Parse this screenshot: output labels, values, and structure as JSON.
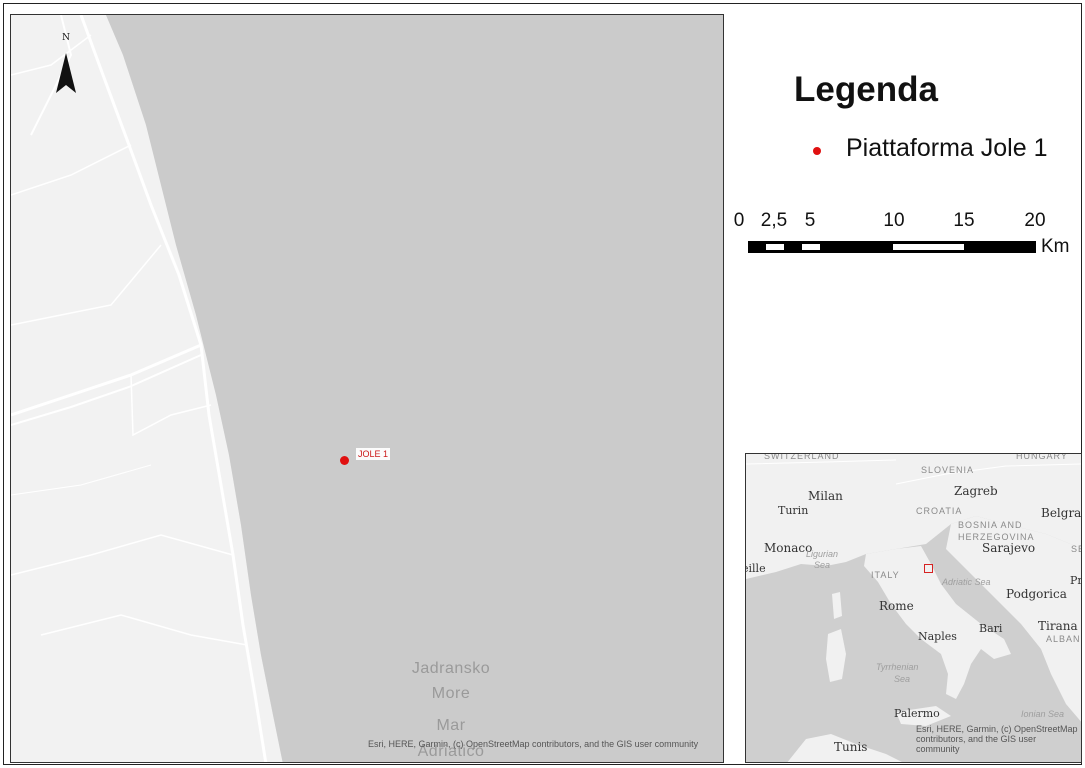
{
  "main_map": {
    "north_label": "N",
    "sea_labels": [
      "Jadransko",
      "More",
      "Mar",
      "Adriatico"
    ],
    "point_label": "JOLE 1",
    "point_color": "#e01010",
    "attribution": "Esri, HERE, Garmin, (c) OpenStreetMap contributors, and the GIS user community"
  },
  "legend": {
    "title": "Legenda",
    "item_label": "Piattaforma Jole 1",
    "item_color": "#e01010"
  },
  "scale_bar": {
    "ticks": [
      "0",
      "2,5",
      "5",
      "10",
      "15",
      "20"
    ],
    "unit": "Km"
  },
  "inset_map": {
    "cities": [
      "Milan",
      "Turin",
      "Zagreb",
      "Belgrade",
      "Monaco",
      "Sarajevo",
      "Podgorica",
      "Rome",
      "Naples",
      "Bari",
      "Tirana",
      "Palermo",
      "Tunis"
    ],
    "countries": [
      "SWITZERLAND",
      "SLOVENIA",
      "CROATIA",
      "BOSNIA AND",
      "HERZEGOVINA",
      "ITALY",
      "ALBANIA",
      "HUNGARY"
    ],
    "seas": [
      "Ligurian",
      "Sea",
      "Adriatic Sea",
      "Tyrrhenian",
      "Sea",
      "Ionian Sea"
    ],
    "partial_labels": [
      "eille",
      "SE",
      "Pri"
    ],
    "attribution": "Esri, HERE, Garmin, (c) OpenStreetMap contributors, and the GIS user community",
    "extent_color": "#d62222"
  }
}
